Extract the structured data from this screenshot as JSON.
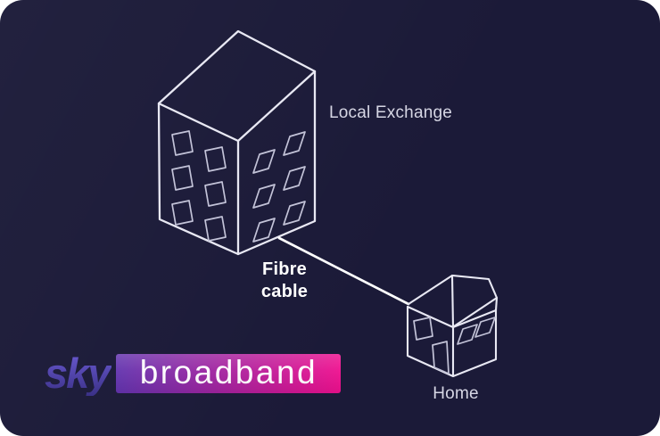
{
  "colors": {
    "page-bg": "#ffffff",
    "card-bg": "#1b1a38",
    "line": "#e8e8f3",
    "line-dim": "#c3c3d8",
    "cable": "#ffffff",
    "label": "#d6d6e4",
    "label-bold": "#ffffff",
    "sky-grad-top": "#6a5ad2",
    "sky-grad-bottom": "#3b3187",
    "box-grad-left": "#6233ae",
    "box-grad-right": "#ee0f8e",
    "box-text": "#ffffff"
  },
  "labels": {
    "fibre_line1": "Fibre",
    "fibre_line2": "cable"
  },
  "logo": {
    "brand": "sky",
    "product": "broadband"
  },
  "diagram": {
    "nodes": [
      {
        "id": "local-exchange",
        "type": "building",
        "label": "Local Exchange"
      },
      {
        "id": "home",
        "type": "house",
        "label": "Home"
      }
    ],
    "edges": [
      {
        "from": "local-exchange",
        "to": "home",
        "label": "Fibre cable"
      }
    ]
  }
}
